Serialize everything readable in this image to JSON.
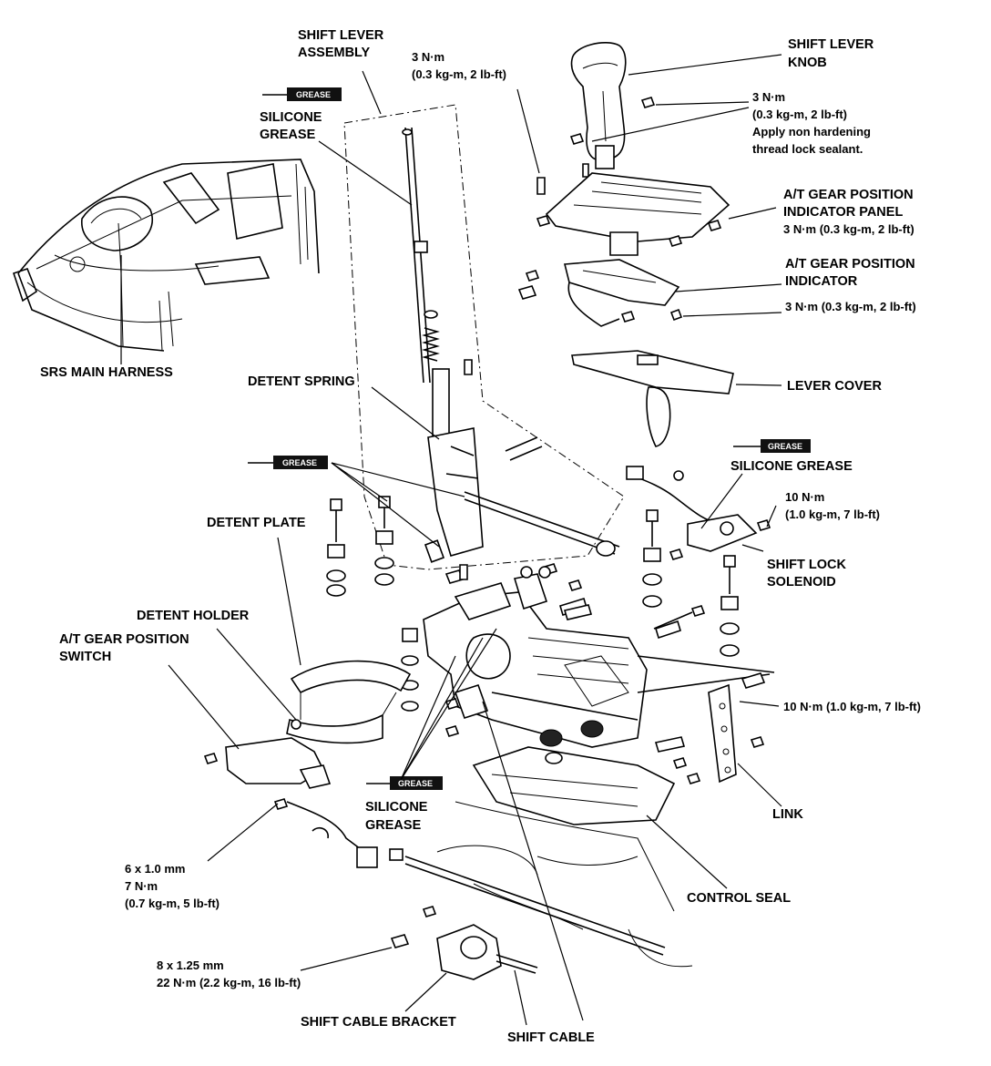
{
  "labels": {
    "shift_lever_assembly_1": "SHIFT LEVER",
    "shift_lever_assembly_2": "ASSEMBLY",
    "torque_top_1": "3 N·m",
    "torque_top_2": "(0.3 kg-m, 2 lb-ft)",
    "shift_lever_knob_1": "SHIFT LEVER",
    "shift_lever_knob_2": "KNOB",
    "knob_torque_1": "3 N·m",
    "knob_torque_2": "(0.3 kg-m, 2 lb-ft)",
    "knob_torque_3": "Apply non hardening",
    "knob_torque_4": "thread lock sealant.",
    "silicone_grease_top_1": "SILICONE",
    "silicone_grease_top_2": "GREASE",
    "indicator_panel_1": "A/T GEAR POSITION",
    "indicator_panel_2": "INDICATOR PANEL",
    "indicator_panel_3": "3 N·m (0.3 kg-m, 2 lb-ft)",
    "indicator_1": "A/T GEAR POSITION",
    "indicator_2": "INDICATOR",
    "indicator_torque": "3 N·m (0.3 kg-m, 2 lb-ft)",
    "srs_main_harness": "SRS MAIN HARNESS",
    "detent_spring": "DETENT SPRING",
    "lever_cover": "LEVER COVER",
    "silicone_grease_right": "SILICONE GREASE",
    "torque_10_1": "10 N·m",
    "torque_10_2": "(1.0 kg-m, 7 lb-ft)",
    "detent_plate": "DETENT PLATE",
    "shift_lock_solenoid_1": "SHIFT LOCK",
    "shift_lock_solenoid_2": "SOLENOID",
    "detent_holder": "DETENT HOLDER",
    "position_switch_1": "A/T GEAR POSITION",
    "position_switch_2": "SWITCH",
    "torque_10_right": "10 N·m (1.0 kg-m, 7 lb-ft)",
    "link": "LINK",
    "silicone_grease_bottom_1": "SILICONE",
    "silicone_grease_bottom_2": "GREASE",
    "bolt_6mm_1": "6 x 1.0 mm",
    "bolt_6mm_2": "7 N·m",
    "bolt_6mm_3": "(0.7 kg-m, 5 lb-ft)",
    "control_seal": "CONTROL SEAL",
    "bolt_8mm_1": "8 x 1.25 mm",
    "bolt_8mm_2": "22 N·m (2.2 kg-m, 16 lb-ft)",
    "shift_cable_bracket": "SHIFT CABLE BRACKET",
    "shift_cable": "SHIFT CABLE"
  },
  "grease_tag": "GREASE"
}
